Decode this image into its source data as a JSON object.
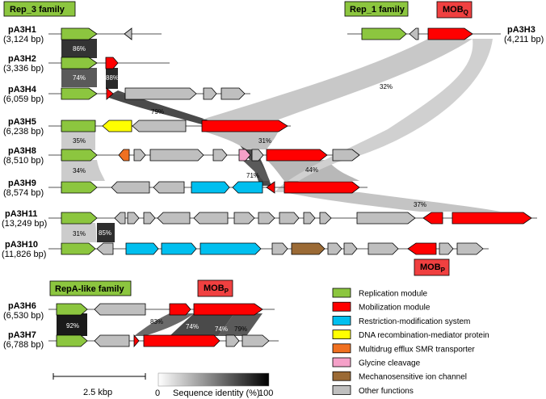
{
  "family_labels": {
    "rep3": "Rep_3 family",
    "rep1": "Rep_1 family",
    "repa": "RepA-like family"
  },
  "mob_labels": {
    "mobq": "MOB",
    "mobq_sub": "Q",
    "mobp_top": "MOB",
    "mobp_top_sub": "P",
    "mobp_bottom": "MOB",
    "mobp_bottom_sub": "P"
  },
  "plasmids": {
    "pA3H1": {
      "name": "pA3H1",
      "size": "(3,124 bp)"
    },
    "pA3H2": {
      "name": "pA3H2",
      "size": "(3,336 bp)"
    },
    "pA3H4": {
      "name": "pA3H4",
      "size": "(6,059 bp)"
    },
    "pA3H5": {
      "name": "pA3H5",
      "size": "(6,238 bp)"
    },
    "pA3H8": {
      "name": "pA3H8",
      "size": "(8,510 bp)"
    },
    "pA3H9": {
      "name": "pA3H9",
      "size": "(8,574 bp)"
    },
    "pA3H11": {
      "name": "pA3H11",
      "size": "(13,249 bp)"
    },
    "pA3H10": {
      "name": "pA3H10",
      "size": "(11,826 bp)"
    },
    "pA3H3": {
      "name": "pA3H3",
      "size": "(4,211 bp)"
    },
    "pA3H6": {
      "name": "pA3H6",
      "size": "(6,530 bp)"
    },
    "pA3H7": {
      "name": "pA3H7",
      "size": "(6,788 bp)"
    }
  },
  "identities": {
    "h1_h2": "86%",
    "h2_h4": "74%",
    "h2_h4_mob": "88%",
    "h4_h5": "79%",
    "h3_h5": "32%",
    "h5_h8_rep": "35%",
    "h5_h8_mob": "31%",
    "h8_h9_rep": "34%",
    "h8_h9_mob": "44%",
    "h8_h9_small": "71%",
    "h9_h11": "37%",
    "h11_h10_rep": "31%",
    "h11_h10_b": "85%",
    "h6_h7_rep": "92%",
    "h6_h7_a": "83%",
    "h6_h7_b": "74%",
    "h6_h7_c": "74%",
    "h6_h7_d": "79%"
  },
  "legend": [
    {
      "label": "Replication module",
      "color": "#8cc63f"
    },
    {
      "label": "Mobilization module",
      "color": "#ff0000"
    },
    {
      "label": "Restriction-modification system",
      "color": "#00bfef"
    },
    {
      "label": "DNA recombination-mediator protein",
      "color": "#ffff00"
    },
    {
      "label": "Multidrug efflux SMR transporter",
      "color": "#f07020"
    },
    {
      "label": "Glycine cleavage",
      "color": "#f5a0c8"
    },
    {
      "label": "Mechanosensitive ion channel",
      "color": "#9b6a35"
    },
    {
      "label": "Other functions",
      "color": "#bfbfbf"
    }
  ],
  "scale_bar": {
    "label": "2.5 kbp"
  },
  "identity_scale": {
    "min": "0",
    "title": "Sequence identity (%)",
    "max": "100"
  }
}
